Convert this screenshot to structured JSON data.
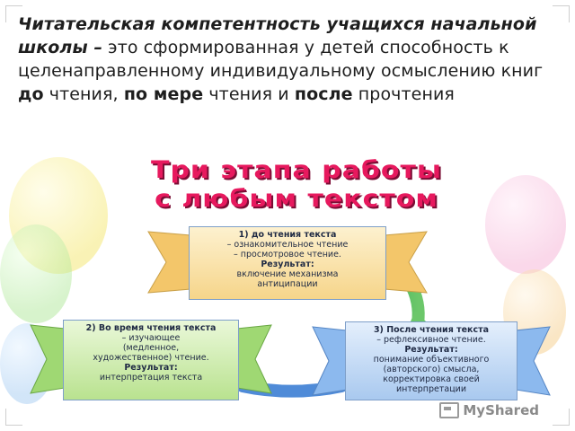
{
  "heading": {
    "term": "Читательская компетентность учащихся начальной школы –",
    "def_1": " это сформированная у детей способность к целенаправленному индивидуальному осмыслению книг ",
    "bold_1": "до",
    "def_2": " чтения, ",
    "bold_2": "по мере",
    "def_3": " чтения и ",
    "bold_3": "после",
    "def_4": " прочтения"
  },
  "wordart": {
    "line1": "Три этапа работы",
    "line2": "с любым текстом"
  },
  "stages": [
    {
      "title": "1) до чтения текста",
      "lines": [
        "– ознакомительное чтение",
        "– просмотровое чтение."
      ],
      "result_label": "Результат:",
      "result": [
        "включение механизма",
        "антиципации"
      ],
      "color": "#f6d58a"
    },
    {
      "title": "2) Во время чтения текста",
      "lines": [
        "– изучающее",
        "(медленное,",
        "художественное) чтение."
      ],
      "result_label": "Результат:",
      "result": [
        "интерпретация текста"
      ],
      "color": "#b9e28f"
    },
    {
      "title": "3) После чтения текста",
      "lines": [
        "– рефлексивное чтение."
      ],
      "result_label": "Результат:",
      "result": [
        "понимание объективного",
        "(авторского) смысла,",
        "корректировка своей",
        "интерпретации"
      ],
      "color": "#a9c9ef"
    }
  ],
  "watermark": {
    "text": "MyShared",
    "icon": "presentation-icon"
  }
}
